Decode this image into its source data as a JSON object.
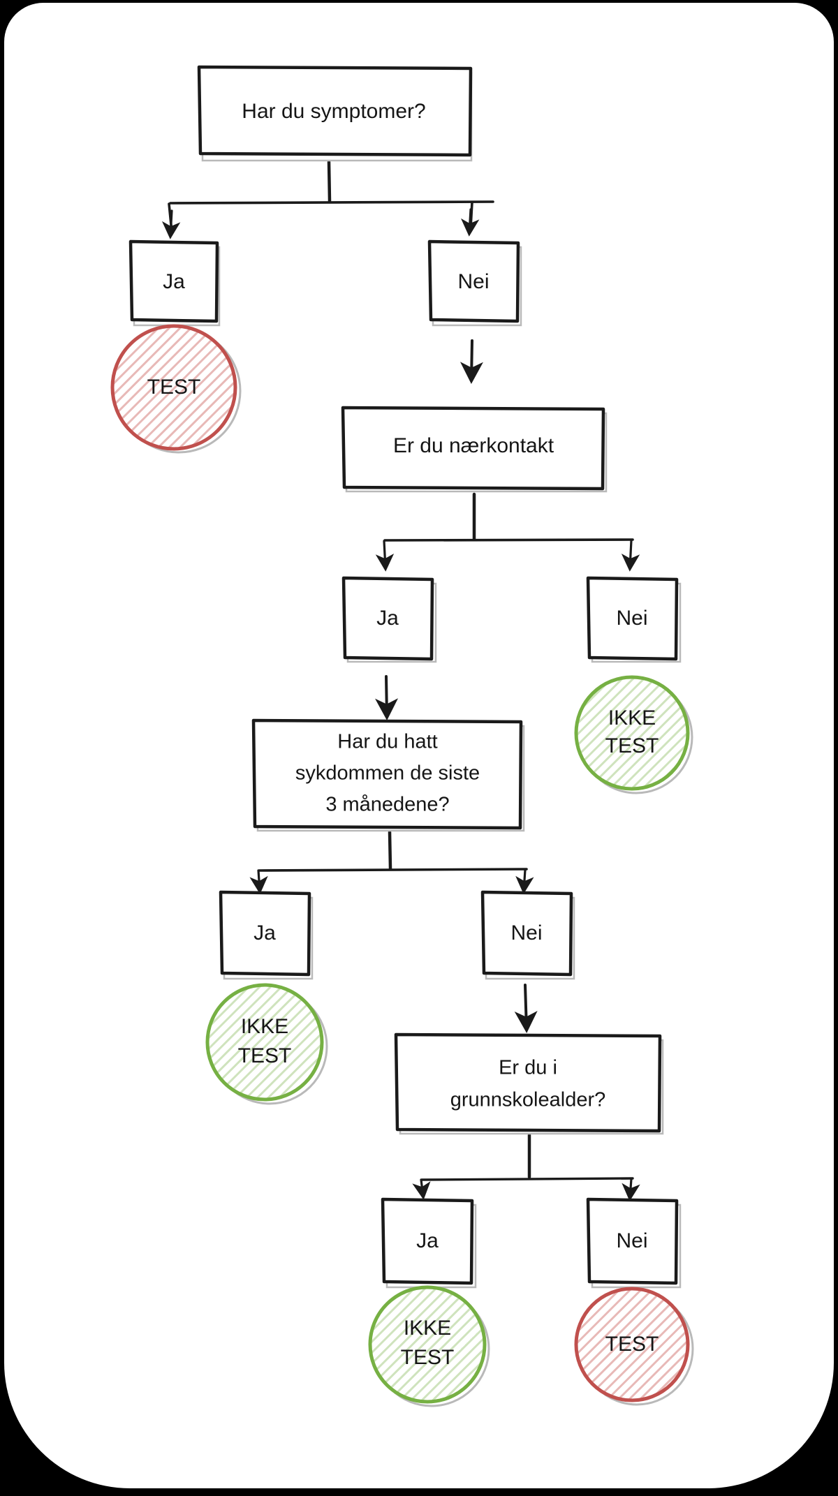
{
  "meta": {
    "language": "Norwegian",
    "style": "hand-drawn sketch flowchart",
    "background_color": "#000000",
    "card_color": "#ffffff"
  },
  "colors": {
    "stroke": "#1a1a1a",
    "text": "#151515",
    "test_border": "#c0504d",
    "test_fill": "#f2dcdb",
    "ikke_test_border": "#76b043",
    "ikke_test_fill": "#e3efd9"
  },
  "chart_data": {
    "type": "diagram",
    "title": "Har du symptomer?",
    "nodes": [
      {
        "id": "q1",
        "kind": "question",
        "label": "Har du symptomer?"
      },
      {
        "id": "q1-ja",
        "kind": "answer",
        "label": "Ja"
      },
      {
        "id": "q1-nei",
        "kind": "answer",
        "label": "Nei"
      },
      {
        "id": "r1",
        "kind": "result",
        "label": "TEST",
        "variant": "test"
      },
      {
        "id": "q2",
        "kind": "question",
        "label": "Er du nærkontakt"
      },
      {
        "id": "q2-ja",
        "kind": "answer",
        "label": "Ja"
      },
      {
        "id": "q2-nei",
        "kind": "answer",
        "label": "Nei"
      },
      {
        "id": "r2",
        "kind": "result",
        "label": "IKKE TEST",
        "variant": "ikke-test"
      },
      {
        "id": "q3",
        "kind": "question",
        "label": "Har du hatt sykdommen de siste 3 månedene?"
      },
      {
        "id": "q3-ja",
        "kind": "answer",
        "label": "Ja"
      },
      {
        "id": "q3-nei",
        "kind": "answer",
        "label": "Nei"
      },
      {
        "id": "r3",
        "kind": "result",
        "label": "IKKE TEST",
        "variant": "ikke-test"
      },
      {
        "id": "q4",
        "kind": "question",
        "label": "Er du i grunnskolealder?"
      },
      {
        "id": "q4-ja",
        "kind": "answer",
        "label": "Ja"
      },
      {
        "id": "q4-nei",
        "kind": "answer",
        "label": "Nei"
      },
      {
        "id": "r4",
        "kind": "result",
        "label": "IKKE TEST",
        "variant": "ikke-test"
      },
      {
        "id": "r5",
        "kind": "result",
        "label": "TEST",
        "variant": "test"
      }
    ],
    "edges": [
      {
        "from": "q1",
        "to": "q1-ja"
      },
      {
        "from": "q1",
        "to": "q1-nei"
      },
      {
        "from": "q1-ja",
        "to": "r1"
      },
      {
        "from": "q1-nei",
        "to": "q2"
      },
      {
        "from": "q2",
        "to": "q2-ja"
      },
      {
        "from": "q2",
        "to": "q2-nei"
      },
      {
        "from": "q2-nei",
        "to": "r2"
      },
      {
        "from": "q2-ja",
        "to": "q3"
      },
      {
        "from": "q3",
        "to": "q3-ja"
      },
      {
        "from": "q3",
        "to": "q3-nei"
      },
      {
        "from": "q3-ja",
        "to": "r3"
      },
      {
        "from": "q3-nei",
        "to": "q4"
      },
      {
        "from": "q4",
        "to": "q4-ja"
      },
      {
        "from": "q4",
        "to": "q4-nei"
      },
      {
        "from": "q4-ja",
        "to": "r4"
      },
      {
        "from": "q4-nei",
        "to": "r5"
      }
    ]
  },
  "labels": {
    "q1": "Har du symptomer?",
    "q1_ja": "Ja",
    "q1_nei": "Nei",
    "r1": "TEST",
    "q2": "Er du nærkontakt",
    "q2_ja": "Ja",
    "q2_nei": "Nei",
    "r2_line1": "IKKE",
    "r2_line2": "TEST",
    "q3_line1": "Har du hatt",
    "q3_line2": "sykdommen de siste",
    "q3_line3": "3 månedene?",
    "q3_ja": "Ja",
    "q3_nei": "Nei",
    "r3_line1": "IKKE",
    "r3_line2": "TEST",
    "q4_line1": "Er du i",
    "q4_line2": "grunnskolealder?",
    "q4_ja": "Ja",
    "q4_nei": "Nei",
    "r4_line1": "IKKE",
    "r4_line2": "TEST",
    "r5": "TEST"
  }
}
